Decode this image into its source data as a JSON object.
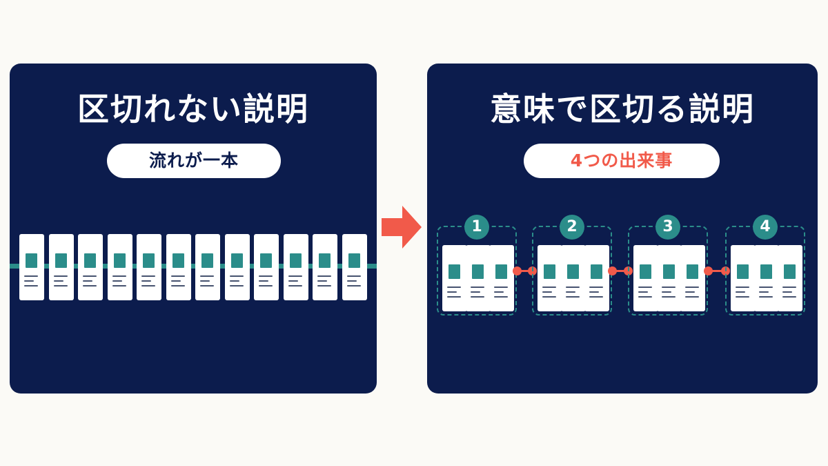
{
  "left_panel": {
    "title": "区切れない説明",
    "pill": "流れが一本",
    "page_count": 12
  },
  "right_panel": {
    "title": "意味で区切る説明",
    "pill": "4つの出来事",
    "groups": [
      {
        "number": "1",
        "pages": 3
      },
      {
        "number": "2",
        "pages": 3
      },
      {
        "number": "3",
        "pages": 3
      },
      {
        "number": "4",
        "pages": 3
      }
    ]
  },
  "colors": {
    "panel": "#0c1c4d",
    "background": "#fbfaf6",
    "teal": "#2b8d8a",
    "accent": "#f15a4a",
    "white": "#ffffff"
  }
}
